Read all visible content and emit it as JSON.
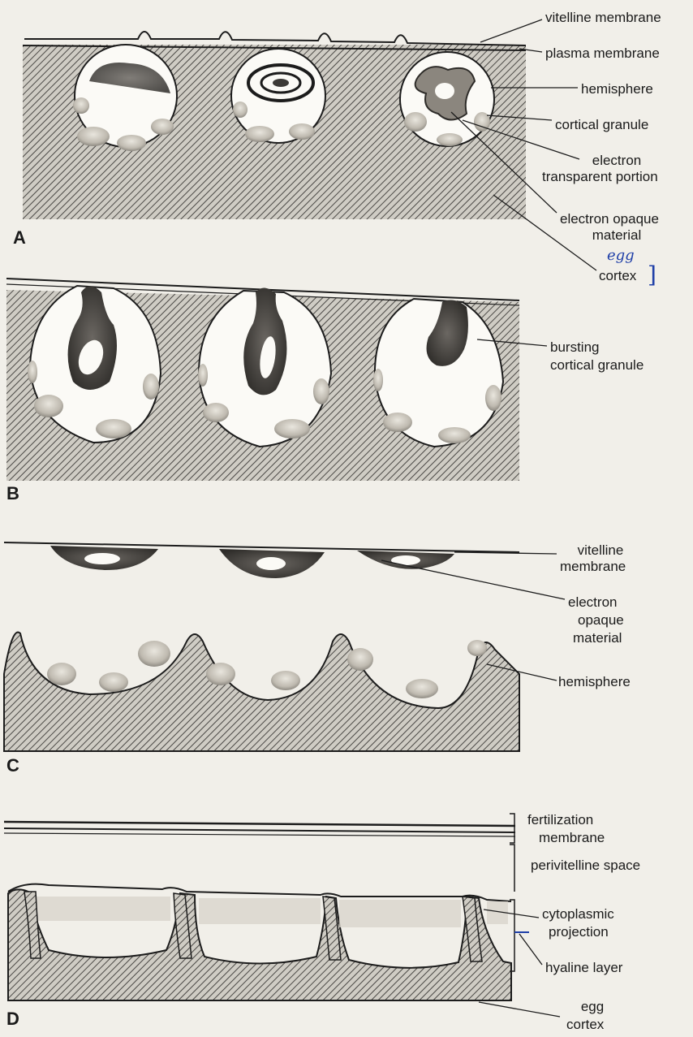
{
  "panels": {
    "a": {
      "letter": "A",
      "labels": {
        "vitelline_membrane": "vitelline membrane",
        "plasma_membrane": "plasma membrane",
        "hemisphere": "hemisphere",
        "cortical_granule": "cortical granule",
        "electron_transparent_1": "electron",
        "electron_transparent_2": "transparent portion",
        "electron_opaque_1": "electron opaque",
        "electron_opaque_2": "material",
        "cortex": "cortex",
        "handwritten_note": "egg"
      }
    },
    "b": {
      "letter": "B",
      "labels": {
        "bursting_1": "bursting",
        "bursting_2": "cortical granule"
      }
    },
    "c": {
      "letter": "C",
      "labels": {
        "vitelline_1": "vitelline",
        "vitelline_2": "membrane",
        "opaque_1": "electron",
        "opaque_2": "opaque",
        "opaque_3": "material",
        "hemisphere": "hemisphere"
      }
    },
    "d": {
      "letter": "D",
      "labels": {
        "fertilization_1": "fertilization",
        "fertilization_2": "membrane",
        "perivitelline": "perivitelline space",
        "cytoplasmic_1": "cytoplasmic",
        "cytoplasmic_2": "projection",
        "hyaline": "hyaline layer",
        "egg": "egg",
        "cortex": "cortex"
      }
    }
  },
  "colors": {
    "paper": "#f1efe9",
    "hatch_bg": "#cfccc4",
    "hatch_line": "#4a4845",
    "ink": "#1c1c1c",
    "granule_fill": "#fbfaf6",
    "dense": "#3c3a37",
    "handwriting": "#1f3fa8"
  }
}
